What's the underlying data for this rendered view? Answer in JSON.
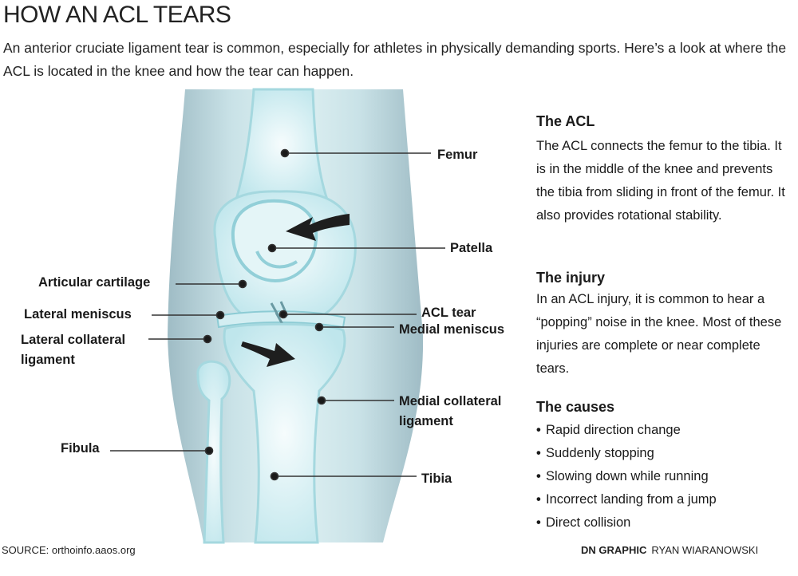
{
  "title": "HOW AN ACL TEARS",
  "intro": "An anterior cruciate ligament tear is common, especially for athletes in physically demanding sports. Here’s a look at where the ACL is located in the knee and how the tear can happen.",
  "labels": {
    "femur": "Femur",
    "patella": "Patella",
    "articular_cartilage": "Articular cartilage",
    "lateral_meniscus": "Lateral meniscus",
    "acl_tear": "ACL tear",
    "medial_meniscus": "Medial meniscus",
    "lateral_collateral_1": "Lateral collateral",
    "lateral_collateral_2": "ligament",
    "medial_collateral_1": "Medial collateral",
    "medial_collateral_2": "ligament",
    "fibula": "Fibula",
    "tibia": "Tibia"
  },
  "sections": {
    "acl": {
      "heading": "The ACL",
      "body": "The ACL connects the femur to the tibia. It is in the middle of the knee and prevents the tibia from sliding in front of the femur. It also provides rotational stability."
    },
    "injury": {
      "heading": "The injury",
      "body": "In an ACL injury, it is common to hear a “popping” noise in the knee. Most of these injuries are complete or near complete tears."
    },
    "causes": {
      "heading": "The causes",
      "items": [
        "Rapid direction change",
        "Suddenly stopping",
        "Slowing down while running",
        "Incorrect landing from a jump",
        "Direct collision"
      ]
    }
  },
  "footer": {
    "source": "SOURCE: orthoinfo.aaos.org",
    "credit_org": "DN GRAPHIC",
    "credit_name": "RYAN WIARANOWSKI"
  },
  "colors": {
    "skin_outer": "#b7cfd6",
    "skin_inner": "#d6ecef",
    "bone": "#e9f7f8",
    "bone_edge": "#9fd4dc",
    "arrow": "#1e1e1e",
    "leader": "#333333"
  }
}
